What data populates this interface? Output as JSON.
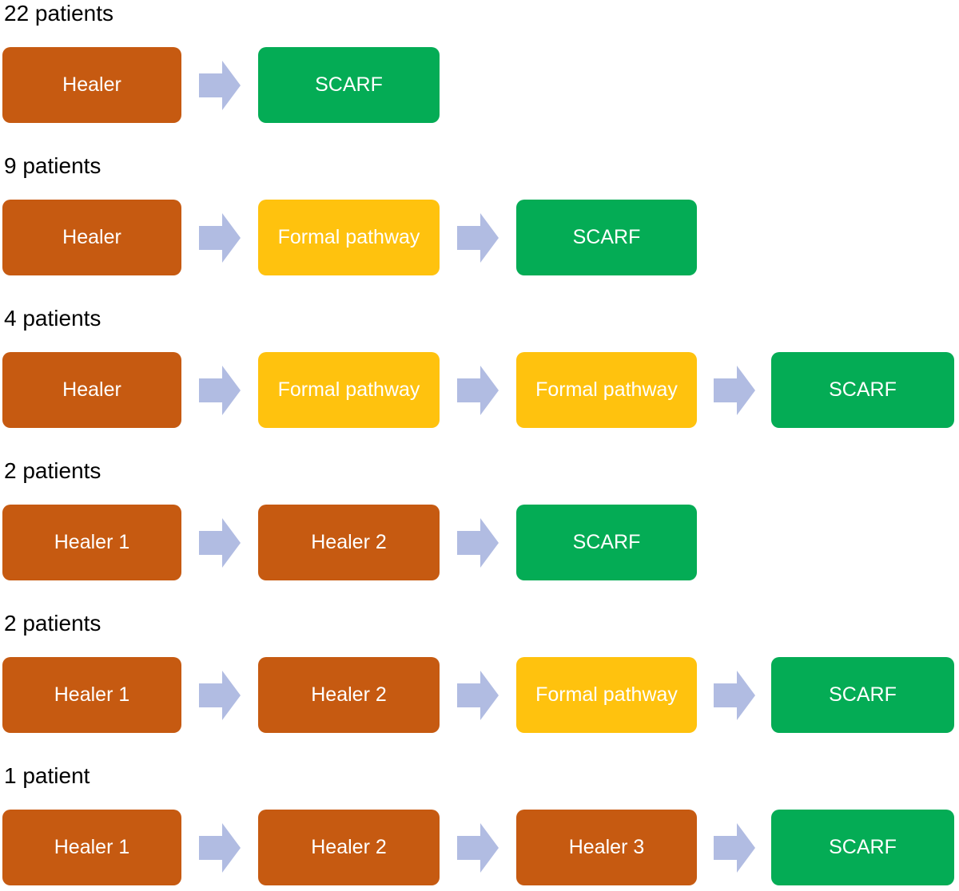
{
  "diagram": {
    "rows": [
      {
        "patients": "22 patients",
        "steps": [
          {
            "label": "Healer",
            "type": "healer"
          },
          {
            "label": "SCARF",
            "type": "scarf"
          }
        ]
      },
      {
        "patients": "9 patients",
        "steps": [
          {
            "label": "Healer",
            "type": "healer"
          },
          {
            "label": "Formal pathway",
            "type": "formal"
          },
          {
            "label": "SCARF",
            "type": "scarf"
          }
        ]
      },
      {
        "patients": "4 patients",
        "steps": [
          {
            "label": "Healer",
            "type": "healer"
          },
          {
            "label": "Formal pathway",
            "type": "formal"
          },
          {
            "label": "Formal pathway",
            "type": "formal"
          },
          {
            "label": "SCARF",
            "type": "scarf"
          }
        ]
      },
      {
        "patients": "2 patients",
        "steps": [
          {
            "label": "Healer 1",
            "type": "healer"
          },
          {
            "label": "Healer 2",
            "type": "healer"
          },
          {
            "label": "SCARF",
            "type": "scarf"
          }
        ]
      },
      {
        "patients": "2 patients",
        "steps": [
          {
            "label": "Healer 1",
            "type": "healer"
          },
          {
            "label": "Healer 2",
            "type": "healer"
          },
          {
            "label": "Formal pathway",
            "type": "formal"
          },
          {
            "label": "SCARF",
            "type": "scarf"
          }
        ]
      },
      {
        "patients": "1 patient",
        "steps": [
          {
            "label": "Healer 1",
            "type": "healer"
          },
          {
            "label": "Healer 2",
            "type": "healer"
          },
          {
            "label": "Healer 3",
            "type": "healer"
          },
          {
            "label": "SCARF",
            "type": "scarf"
          }
        ]
      }
    ],
    "step_colors": {
      "healer": "#C65A11",
      "formal": "#FFC20E",
      "scarf": "#04AC55"
    },
    "arrow_color": "#B1BCE2",
    "box_text_color": "#FFFFFF",
    "label_text_color": "#000000"
  }
}
